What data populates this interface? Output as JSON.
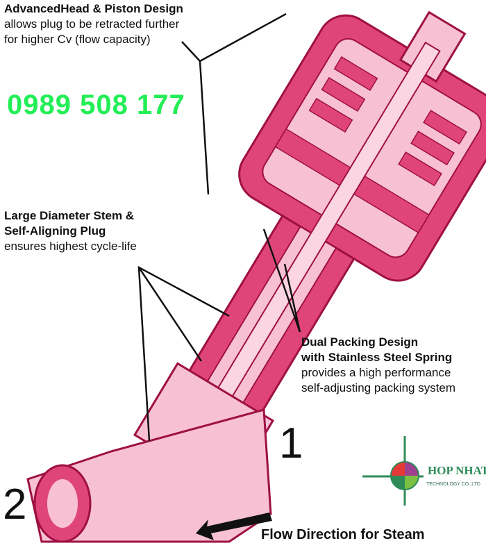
{
  "callouts": [
    {
      "title": "AdvancedHead & Piston Design",
      "lines": [
        "allows plug to be retracted further",
        "for higher Cv (flow capacity)"
      ]
    },
    {
      "title": "Large Diameter Stem &",
      "title2": "Self-Aligning Plug",
      "lines": [
        "ensures highest cycle-life"
      ]
    },
    {
      "title": "Dual Packing Design",
      "title2": "with Stainless Steel Spring",
      "lines": [
        "provides a high performance",
        "self-adjusting packing system"
      ]
    }
  ],
  "phone": "0989 508 177",
  "port_labels": [
    "1",
    "2"
  ],
  "flow_label": "Flow Direction for Steam",
  "logo": {
    "name": "HOP NHAT",
    "subtitle": "TECHNOLOGY CO.,LTD"
  },
  "colors": {
    "body": "#e0457a",
    "light": "#f7c1d3",
    "outline": "#9e1043",
    "phone": "#22ee55",
    "logo": "#2e8b57"
  }
}
